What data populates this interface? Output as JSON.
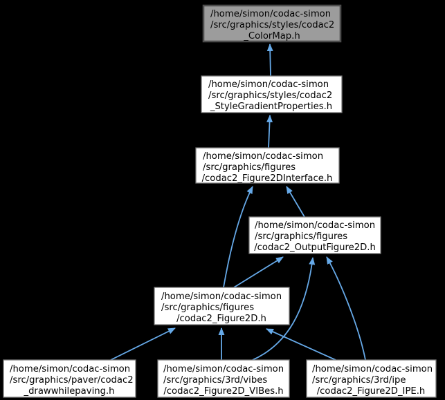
{
  "colors": {
    "background": "#000000",
    "edge": "#66a9e8",
    "node_fill": "#ffffff",
    "node_border": "#787878",
    "highlight_fill": "#9c9c9c",
    "highlight_border": "#4d4d4d",
    "text": "#000000"
  },
  "graph": {
    "type": "include-dependency-graph",
    "nodes": [
      {
        "id": "colormap",
        "highlighted": true,
        "lines": [
          "/home/simon/codac-simon",
          "/src/graphics/styles/codac2",
          "_ColorMap.h"
        ]
      },
      {
        "id": "style-gradient-properties",
        "highlighted": false,
        "lines": [
          "/home/simon/codac-simon",
          "/src/graphics/styles/codac2",
          "_StyleGradientProperties.h"
        ]
      },
      {
        "id": "figure2d-interface",
        "highlighted": false,
        "lines": [
          "/home/simon/codac-simon",
          "/src/graphics/figures",
          "/codac2_Figure2DInterface.h"
        ]
      },
      {
        "id": "output-figure2d",
        "highlighted": false,
        "lines": [
          "/home/simon/codac-simon",
          "/src/graphics/figures",
          "/codac2_OutputFigure2D.h"
        ]
      },
      {
        "id": "figure2d",
        "highlighted": false,
        "lines": [
          "/home/simon/codac-simon",
          "/src/graphics/figures",
          "/codac2_Figure2D.h"
        ]
      },
      {
        "id": "drawwhilepaving",
        "highlighted": false,
        "lines": [
          "/home/simon/codac-simon",
          "/src/graphics/paver/codac2",
          "_drawwhilepaving.h"
        ]
      },
      {
        "id": "figure2d-vibes",
        "highlighted": false,
        "lines": [
          "/home/simon/codac-simon",
          "/src/graphics/3rd/vibes",
          "/codac2_Figure2D_VIBes.h"
        ]
      },
      {
        "id": "figure2d-ipe",
        "highlighted": false,
        "lines": [
          "/home/simon/codac-simon",
          "/src/graphics/3rd/ipe",
          "/codac2_Figure2D_IPE.h"
        ]
      }
    ],
    "edges": [
      {
        "from": "style-gradient-properties",
        "to": "colormap"
      },
      {
        "from": "figure2d-interface",
        "to": "style-gradient-properties"
      },
      {
        "from": "output-figure2d",
        "to": "figure2d-interface"
      },
      {
        "from": "figure2d",
        "to": "figure2d-interface"
      },
      {
        "from": "figure2d",
        "to": "output-figure2d"
      },
      {
        "from": "figure2d-vibes",
        "to": "output-figure2d"
      },
      {
        "from": "figure2d-ipe",
        "to": "output-figure2d"
      },
      {
        "from": "drawwhilepaving",
        "to": "figure2d"
      },
      {
        "from": "figure2d-vibes",
        "to": "figure2d"
      },
      {
        "from": "figure2d-ipe",
        "to": "figure2d"
      }
    ]
  }
}
